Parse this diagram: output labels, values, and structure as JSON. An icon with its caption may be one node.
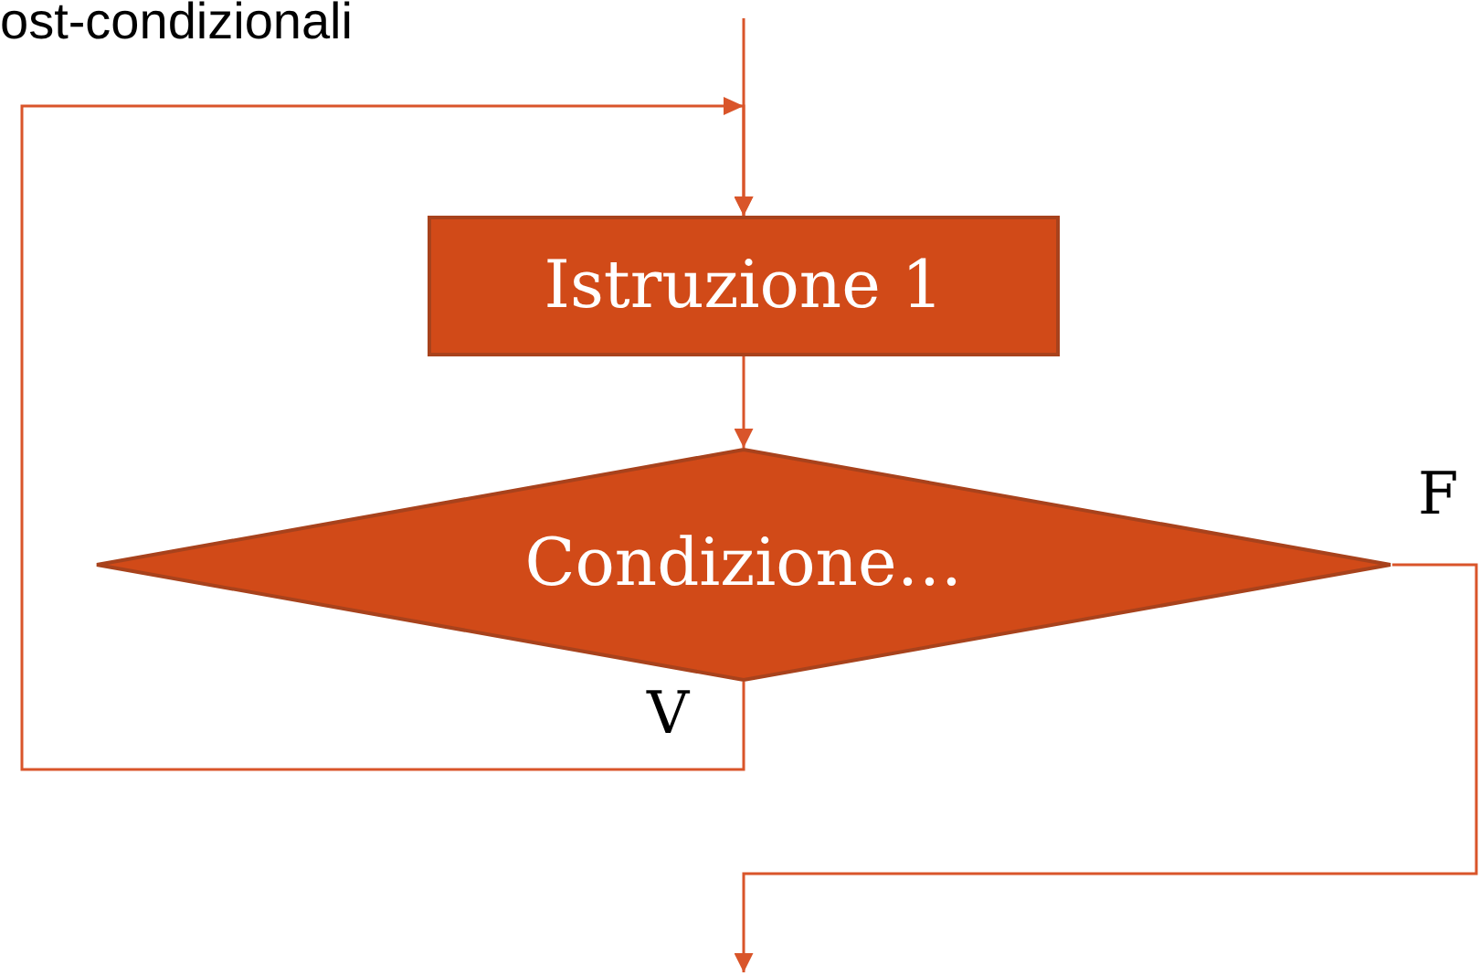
{
  "diagram": {
    "title": "ost-condizionali",
    "nodes": [
      {
        "text": [
          "Istruzione 1"
        ]
      },
      {
        "text": [
          "Condizione…"
        ]
      }
    ],
    "edges": [
      {
        "from": null,
        "to": 0,
        "arrow": "to"
      },
      {
        "from": 0,
        "to": 1,
        "arrow": "to"
      },
      {
        "from": 1,
        "to": 0,
        "arrow": "to",
        "label": "V"
      },
      {
        "from": 1,
        "to": null,
        "arrow": "to",
        "label": "F"
      }
    ]
  }
}
